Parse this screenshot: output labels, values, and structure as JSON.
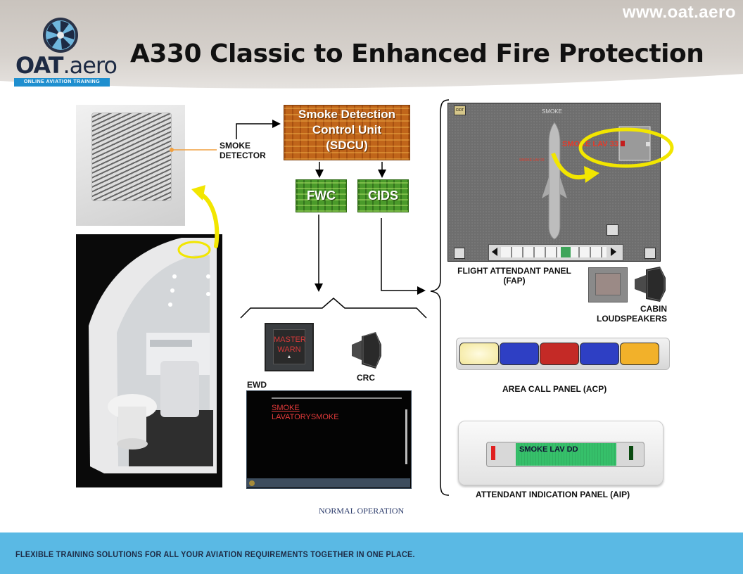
{
  "header": {
    "site_url": "www.oat.aero",
    "title": "A330 Classic to Enhanced Fire Protection",
    "logo_main": "OAT",
    "logo_suffix": ".aero",
    "logo_tagline": "ONLINE AVIATION TRAINING"
  },
  "labels": {
    "smoke_detector_line1": "SMOKE",
    "smoke_detector_line2": "DETECTOR",
    "sdcu_line1": "Smoke Detection",
    "sdcu_line2": "Control Unit",
    "sdcu_line3": "(SDCU)",
    "fwc": "FWC",
    "cids": "CIDS",
    "ewd": "EWD",
    "crc": "CRC",
    "normal_operation": "NORMAL OPERATION"
  },
  "master_warn": {
    "line1": "MASTER",
    "line2": "WARN"
  },
  "ewd_display": {
    "line1": "SMOKE",
    "line2": "LAVATORYSMOKE"
  },
  "fap": {
    "header": "SMOKE",
    "alert_big": "SMOKE LAV 33",
    "alert_small": "SMOKE LAV 33",
    "label_line1": "FLIGHT ATTENDANT PANEL",
    "label_line2": "(FAP)"
  },
  "cabin_loudspeakers": {
    "line1": "CABIN",
    "line2": "LOUDSPEAKERS"
  },
  "acp": {
    "label": "AREA CALL PANEL (ACP)"
  },
  "aip": {
    "display_text": "SMOKE LAV DD",
    "label": "ATTENDANT INDICATION PANEL (AIP)"
  },
  "footer": {
    "text": "FLEXIBLE TRAINING SOLUTIONS FOR ALL YOUR AVIATION REQUIREMENTS TOGETHER IN ONE PLACE."
  },
  "colors": {
    "footer": "#5ab9e4",
    "highlight": "#f2e600",
    "alert": "#e23a3a"
  }
}
